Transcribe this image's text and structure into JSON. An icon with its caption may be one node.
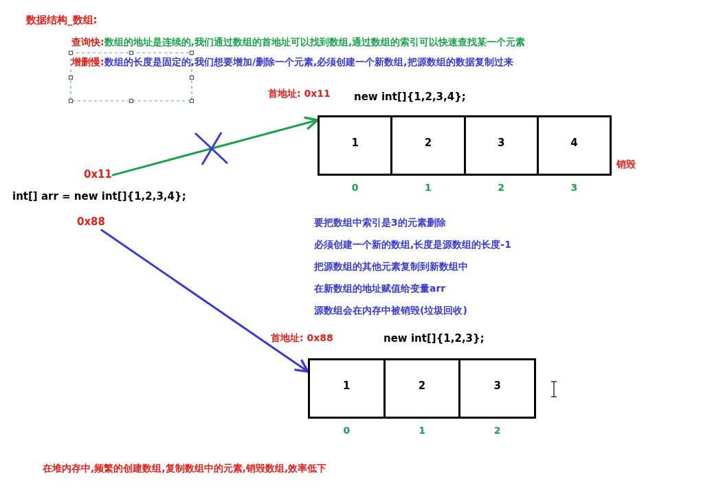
{
  "diagram": {
    "nodes": [
      {
        "text": [
          "0x11"
        ]
      },
      {
        "text": [],
        "shape": "box",
        "beside": [
          "销毁"
        ]
      },
      {
        "text": [
          "1"
        ],
        "in": 1,
        "beside": [
          "0"
        ]
      },
      {
        "text": [
          "2"
        ],
        "in": 1,
        "beside": [
          "1"
        ]
      },
      {
        "text": [
          "3"
        ],
        "in": 1,
        "beside": [
          "2"
        ]
      },
      {
        "text": [
          "4"
        ],
        "in": 1,
        "beside": [
          "3"
        ]
      },
      {
        "text": [
          "0x88"
        ]
      },
      {
        "text": [],
        "shape": "box"
      },
      {
        "text": [
          "1"
        ],
        "in": 7,
        "beside": [
          "0"
        ]
      },
      {
        "text": [
          "2"
        ],
        "in": 7,
        "beside": [
          "1"
        ]
      },
      {
        "text": [
          "3"
        ],
        "in": 7,
        "beside": [
          "2"
        ]
      }
    ],
    "edges": [
      {
        "from": 0,
        "to": 1,
        "arrow": "to",
        "color": "#1aa34a"
      },
      {
        "from": 6,
        "to": 7,
        "arrow": "to",
        "color": "#3a3ad0"
      }
    ],
    "labels": [
      "数据结构_数组:",
      "查询快:",
      "数组的地址是连续的,我们通过数组的首地址可以找到数组,通过数组的索引可以快速查找某一个元素",
      "增删慢:",
      "数组的长度是固定的,我们想要增加/删除一个元素,必须创建一个新数组,把源数组的数据复制过来",
      "首地址: 0x11",
      "new int[]{1,2,3,4};",
      "int[] arr = new int[]{1,2,3,4};",
      "要把数组中索引是3的元素删除",
      "必须创建一个新的数组,长度是源数组的长度-1",
      "把源数组的其他元素复制到新数组中",
      "在新数组的地址赋值给变量arr",
      "源数组会在内存中被销毁(垃圾回收)",
      "首地址: 0x88",
      "new int[]{1,2,3};",
      "在堆内存中,频繁的创建数组,复制数组中的元素,销毁数组,效率低下"
    ]
  }
}
